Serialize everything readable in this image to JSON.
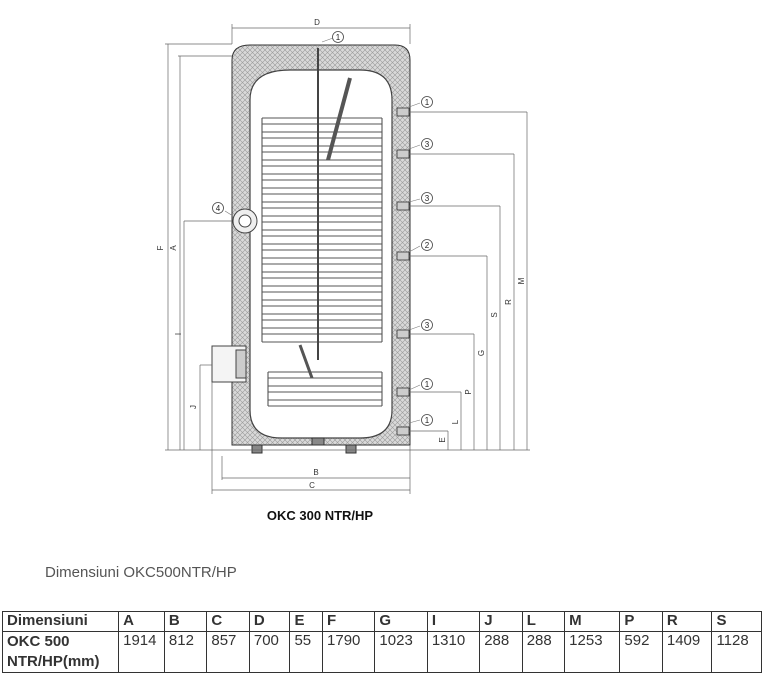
{
  "drawing": {
    "dimension_letters": [
      "D",
      "B",
      "C",
      "F",
      "A",
      "I",
      "J",
      "M",
      "R",
      "S",
      "G",
      "P",
      "L",
      "E"
    ],
    "callouts": [
      "1",
      "1",
      "3",
      "3",
      "2",
      "3",
      "1",
      "1",
      "4"
    ],
    "model_label": "OKC 300 NTR/HP"
  },
  "caption": "Dimensiuni OKC500NTR/HP",
  "table": {
    "headers": [
      "Dimensiuni",
      "A",
      "B",
      "C",
      "D",
      "E",
      "F",
      "G",
      "I",
      "J",
      "L",
      "M",
      "P",
      "R",
      "S"
    ],
    "row": [
      "OKC 500 NTR/HP(mm)",
      "1914",
      "812",
      "857",
      "700",
      "55",
      "1790",
      "1023",
      "1310",
      "288",
      "288",
      "1253",
      "592",
      "1409",
      "1128"
    ]
  }
}
